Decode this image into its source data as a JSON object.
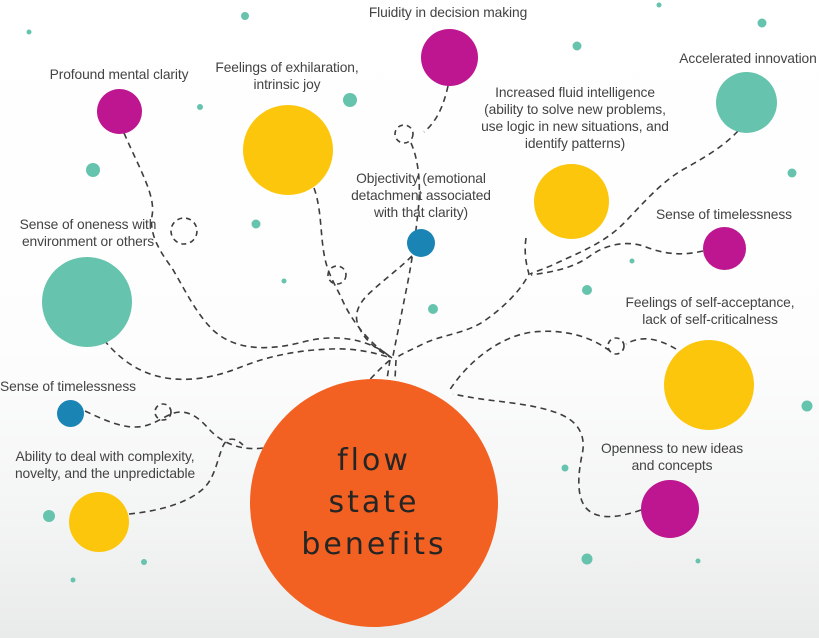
{
  "palette": {
    "orange": "#F26122",
    "magenta": "#BD1690",
    "yellow": "#FCC60D",
    "teal": "#66C3AD",
    "blue": "#1A84B5",
    "line": "#3D3D3D",
    "label": "#434343",
    "title": "#252525",
    "bg_top": "#FFFFFF",
    "bg_bottom": "#E9EAEA"
  },
  "center": {
    "title": "flow\nstate\nbenefits",
    "color": "#F26122"
  },
  "benefits": [
    {
      "id": "fluidity",
      "label": "Fluidity in decision making",
      "color": "#BD1690"
    },
    {
      "id": "profound-clarity",
      "label": "Profound mental clarity",
      "color": "#BD1690"
    },
    {
      "id": "exhilaration",
      "label": "Feelings of exhilaration,\nintrinsic joy",
      "color": "#FCC60D"
    },
    {
      "id": "accelerated-innovation",
      "label": "Accelerated innovation",
      "color": "#66C3AD"
    },
    {
      "id": "fluid-intelligence",
      "label": "Increased fluid intelligence\n(ability to solve new problems,\nuse logic in new situations, and\nidentify patterns)",
      "color": "#FCC60D"
    },
    {
      "id": "objectivity",
      "label": "Objectivity (emotional\ndetachment associated\nwith that clarity)",
      "color": "#1A84B5"
    },
    {
      "id": "oneness",
      "label": "Sense of oneness with\nenvironment or others",
      "color": "#66C3AD"
    },
    {
      "id": "timelessness-left",
      "label": "Sense of timelessness",
      "color": "#1A84B5"
    },
    {
      "id": "complexity",
      "label": "Ability to deal with complexity,\nnovelty, and the unpredictable",
      "color": "#FCC60D"
    },
    {
      "id": "timelessness-right",
      "label": "Sense of timelessness",
      "color": "#BD1690"
    },
    {
      "id": "self-acceptance",
      "label": "Feelings of self-acceptance,\nlack of self-criticalness",
      "color": "#FCC60D"
    },
    {
      "id": "openness",
      "label": "Openness to new ideas\nand concepts",
      "color": "#BD1690"
    }
  ]
}
